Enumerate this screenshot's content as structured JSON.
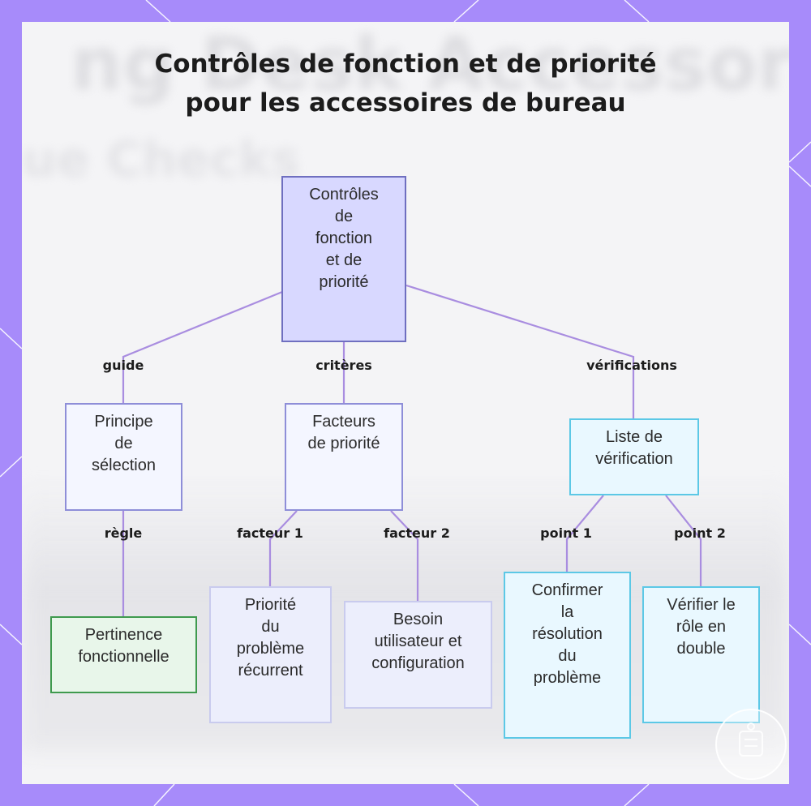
{
  "title": {
    "line1": "Contrôles de fonction et de priorité",
    "line2": "pour les accessoires de bureau"
  },
  "background": {
    "ghost_text_1": "ng Desk Accessories",
    "ghost_text_2": "ue Checks"
  },
  "nodes": {
    "root": "Contrôles\nde\nfonction\net de\npriorité",
    "principe": "Principe\nde\nsélection",
    "facteurs": "Facteurs\nde priorité",
    "liste": "Liste de\nvérification",
    "pertinence": "Pertinence\nfonctionnelle",
    "priorite_probleme": "Priorité\ndu\nproblème\nrécurrent",
    "besoin": "Besoin\nutilisateur et\nconfiguration",
    "confirmer": "Confirmer\nla\nrésolution\ndu\nproblème",
    "verifier": "Vérifier le\nrôle en\ndouble"
  },
  "edge_labels": {
    "guide": "guide",
    "criteres": "critères",
    "verifications": "vérifications",
    "regle": "règle",
    "facteur1": "facteur 1",
    "facteur2": "facteur 2",
    "point1": "point 1",
    "point2": "point 2"
  },
  "colors": {
    "frame": "#a78bfa",
    "edge": "#a98de0",
    "root_fill": "#d8d8ff",
    "check_border": "#5cc8e6",
    "green_border": "#3f9a4e"
  }
}
